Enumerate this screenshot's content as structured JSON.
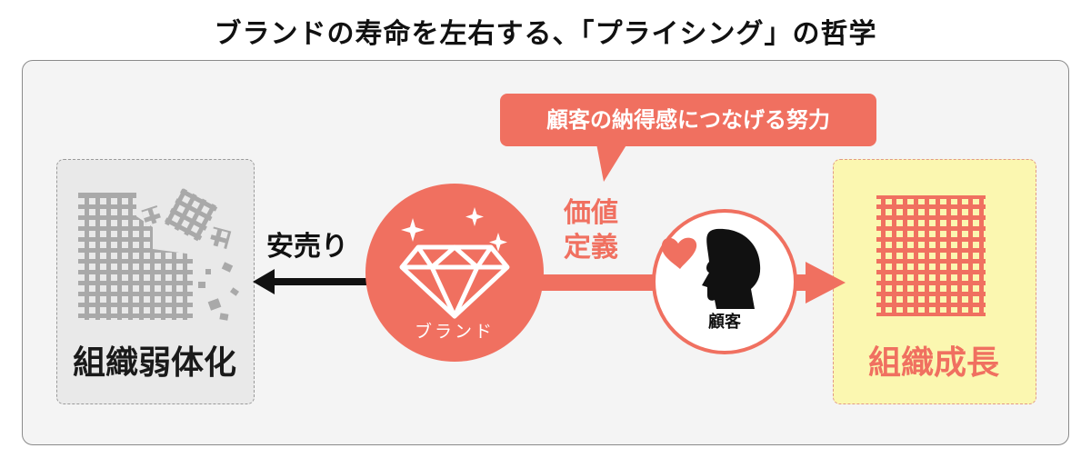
{
  "title": "ブランドの寿命を左右する、「プライシング」の哲学",
  "left": {
    "label": "組織弱体化"
  },
  "right": {
    "label": "組織成長"
  },
  "arrow_left": {
    "label": "安売り"
  },
  "arrow_right": {
    "label": "価値定義"
  },
  "center": {
    "label": "ブランド"
  },
  "customer": {
    "label": "顧客"
  },
  "bubble": {
    "text": "顧客の納得感につなげる努力"
  },
  "colors": {
    "accent": "#f07060",
    "accent_light": "#fbf7b0",
    "gray_building": "#a9a9a9",
    "dark": "#111111"
  },
  "icons": [
    "collapsing-building-icon",
    "diamond-icon",
    "sparkle-icon",
    "heart-icon",
    "person-head-icon",
    "building-icon"
  ]
}
